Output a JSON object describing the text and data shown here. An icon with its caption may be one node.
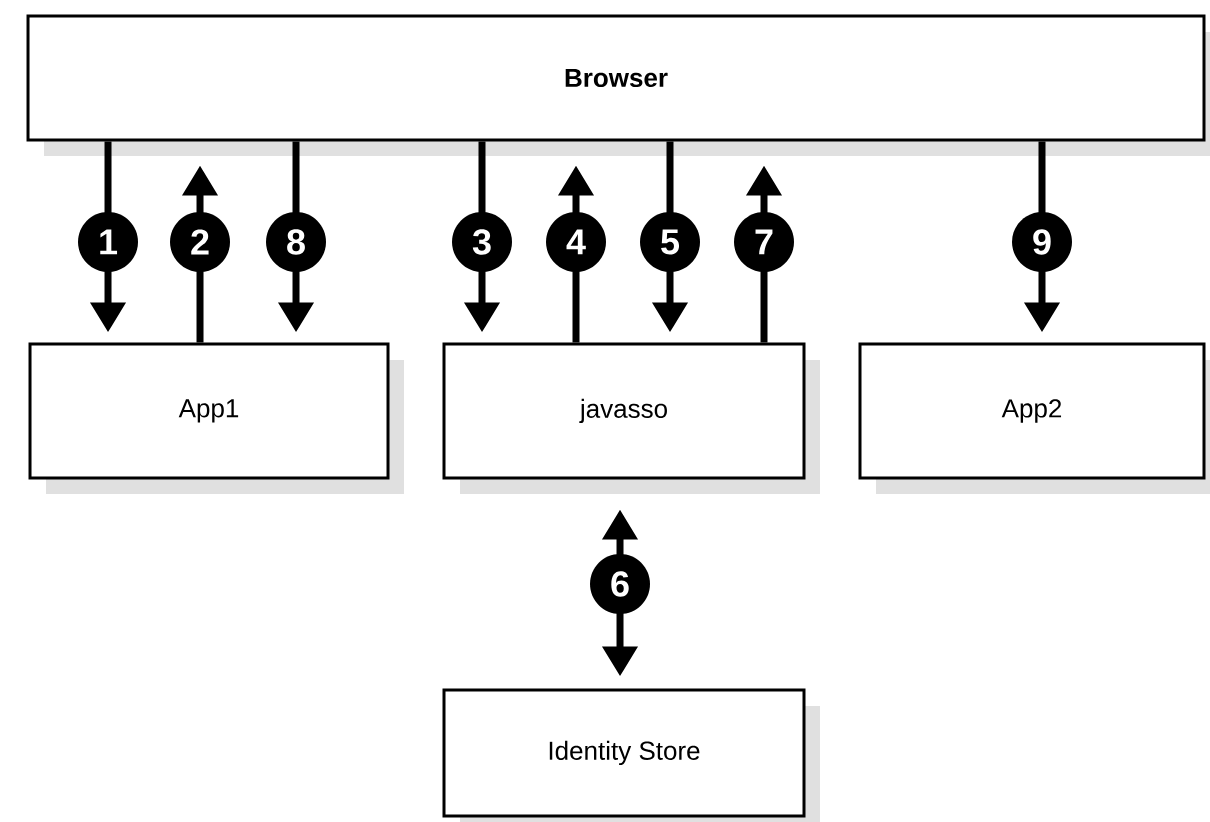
{
  "diagram": {
    "nodes": [
      {
        "text": [
          "Browser"
        ]
      },
      {
        "text": [
          "App1"
        ]
      },
      {
        "text": [
          "javasso"
        ]
      },
      {
        "text": [
          "App2"
        ]
      },
      {
        "text": [
          "Identity Store"
        ]
      }
    ],
    "edges": [
      {
        "from": 0,
        "to": 1,
        "arrow": "to",
        "label": "1"
      },
      {
        "from": 1,
        "to": 0,
        "arrow": "to",
        "label": "2"
      },
      {
        "from": 0,
        "to": 2,
        "arrow": "to",
        "label": "3"
      },
      {
        "from": 2,
        "to": 0,
        "arrow": "to",
        "label": "4"
      },
      {
        "from": 0,
        "to": 2,
        "arrow": "to",
        "label": "5"
      },
      {
        "from": 2,
        "to": 4,
        "arrow": "both",
        "label": "6"
      },
      {
        "from": 2,
        "to": 0,
        "arrow": "to",
        "label": "7"
      },
      {
        "from": 0,
        "to": 1,
        "arrow": "to",
        "label": "8"
      },
      {
        "from": 0,
        "to": 3,
        "arrow": "to",
        "label": "9"
      }
    ]
  }
}
